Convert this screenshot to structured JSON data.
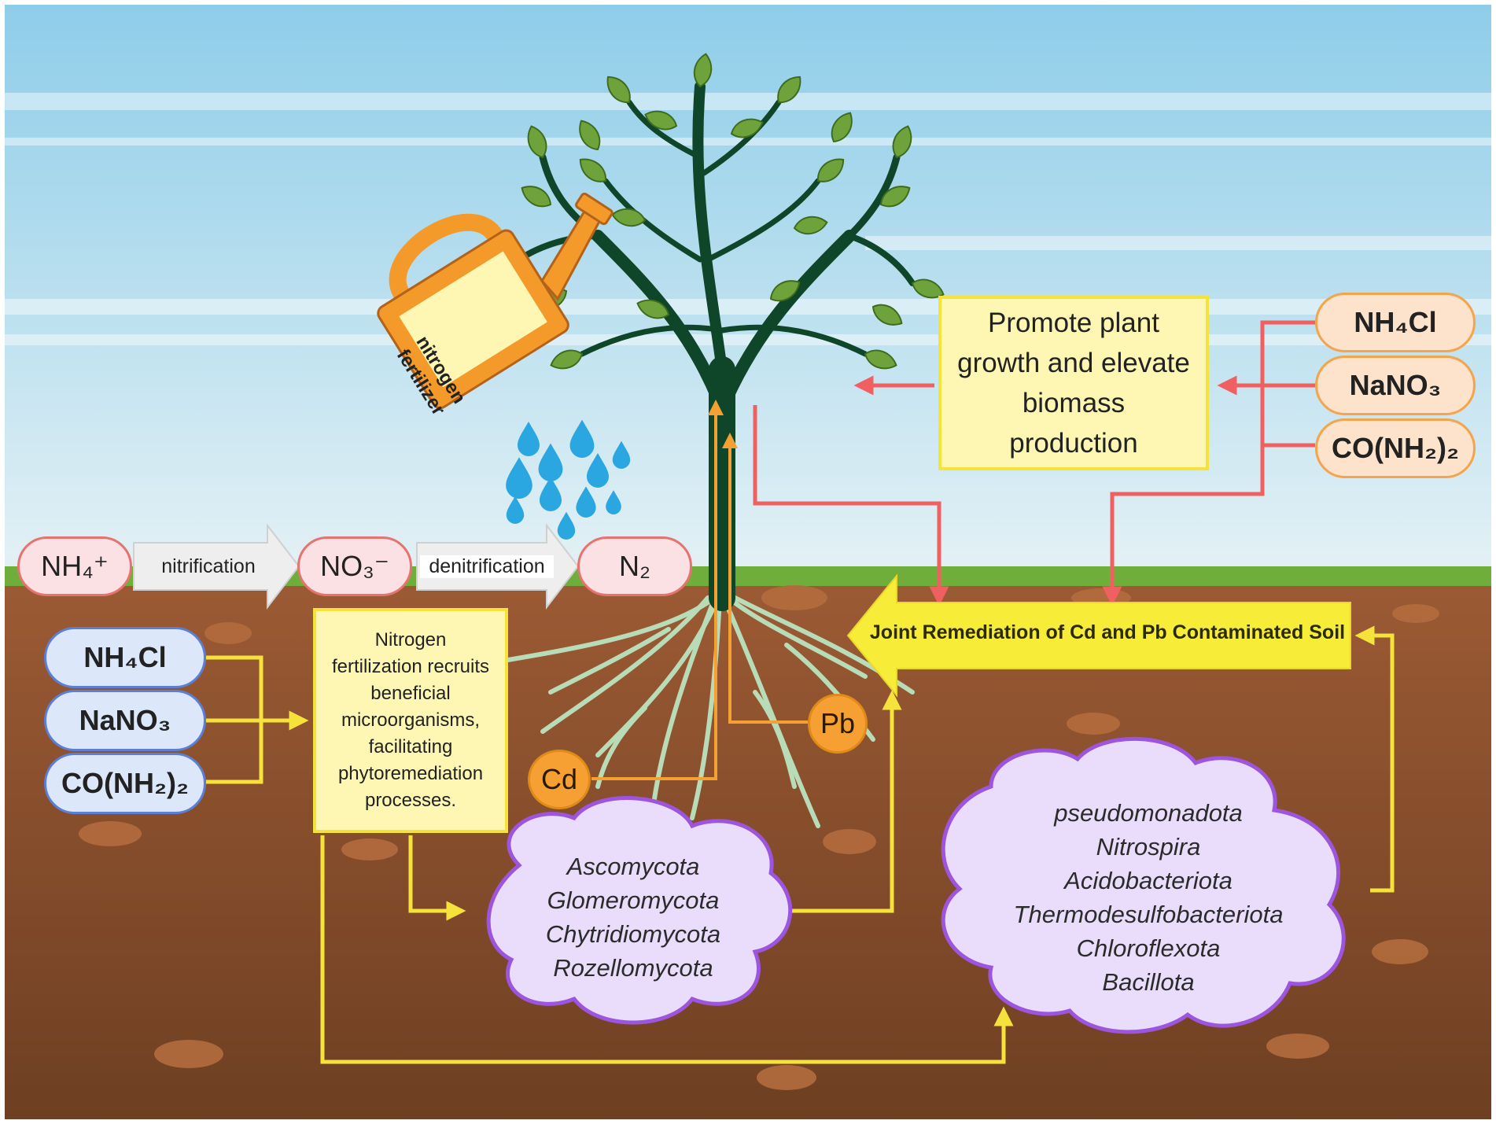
{
  "nitrogen_cycle": {
    "ammonium": "NH₄⁺",
    "nitrification": "nitrification",
    "nitrate": "NO₃⁻",
    "denitrification": "denitrification",
    "nitrogen_gas": "N₂"
  },
  "watering_can": {
    "label_line1": "nitrogen",
    "label_line2": "fertilizer"
  },
  "fertilizers_left": [
    "NH₄Cl",
    "NaNO₃",
    "CO(NH₂)₂"
  ],
  "fertilizers_right": [
    "NH₄Cl",
    "NaNO₃",
    "CO(NH₂)₂"
  ],
  "growth_box": [
    "Promote plant",
    "growth and elevate",
    "biomass",
    "production"
  ],
  "recruit_box": [
    "Nitrogen",
    "fertilization recruits",
    "beneficial",
    "microorganisms,",
    "facilitating",
    "phytoremediation",
    "processes."
  ],
  "remediation_label": "Joint Remediation of Cd and Pb Contaminated Soil",
  "metals": {
    "cd": "Cd",
    "pb": "Pb"
  },
  "fungi": [
    "Ascomycota",
    "Glomeromycota",
    "Chytridiomycota",
    "Rozellomycota"
  ],
  "bacteria": [
    "pseudomonadota",
    "Nitrospira",
    "Acidobacteriota",
    "Thermodesulfobacteriota",
    "Chloroflexota",
    "Bacillota"
  ],
  "colors": {
    "sky_top": "#8ecde9",
    "sky_bottom": "#e4f1f5",
    "grass": "#6fae3a",
    "soil_top": "#9b5a34",
    "soil_bottom": "#6e3f22",
    "red_arrow": "#f06060",
    "yellow_arrow": "#f5e23a",
    "orange_arrow": "#f5a033",
    "cloud_fill": "#e9ddfb",
    "cloud_stroke": "#9d55e0"
  }
}
